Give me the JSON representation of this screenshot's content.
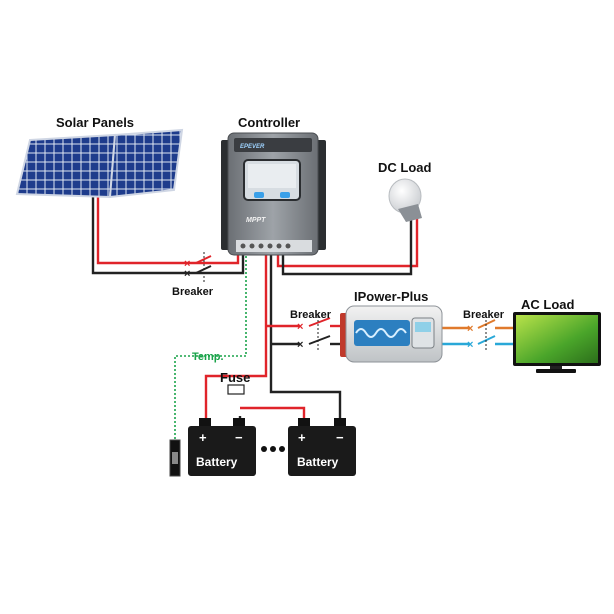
{
  "labels": {
    "solar_panels": "Solar Panels",
    "controller": "Controller",
    "dc_load": "DC Load",
    "breaker_left": "Breaker",
    "breaker_inverter": "Breaker",
    "breaker_ac": "Breaker",
    "inverter": "IPower-Plus",
    "ac_load": "AC Load",
    "temp": "Temp.",
    "fuse": "Fuse",
    "battery_1": "Battery",
    "battery_2": "Battery",
    "battery_plus": "+",
    "battery_minus": "−",
    "controller_mode": "MPPT",
    "controller_brand": "EPEVER"
  },
  "colors": {
    "positive_wire": "#e0242a",
    "negative_wire": "#222222",
    "temp_wire": "#1aa34a",
    "ac_live_wire": "#e07a2c",
    "ac_neutral_wire": "#29a8d8",
    "panel_blue": "#1f3f8f",
    "battery_body": "#1a1a1a"
  },
  "icons": [
    "solar-panel-icon",
    "charge-controller-icon",
    "light-bulb-icon",
    "breaker-switch-icon",
    "inverter-icon",
    "tv-monitor-icon",
    "battery-icon",
    "fuse-icon",
    "temperature-sensor-icon"
  ]
}
